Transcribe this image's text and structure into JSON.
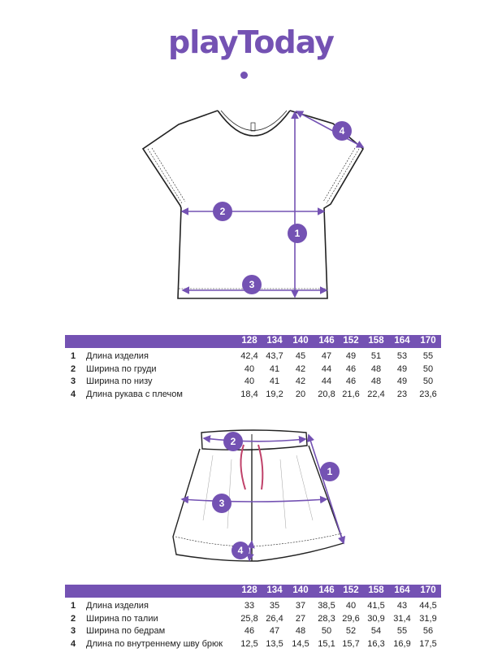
{
  "brand": {
    "logo_text": "playToday",
    "accent": "#7452b3"
  },
  "top_item": {
    "markers": [
      "1",
      "2",
      "3",
      "4"
    ],
    "sizes": [
      "128",
      "134",
      "140",
      "146",
      "152",
      "158",
      "164",
      "170"
    ],
    "rows": [
      {
        "num": "1",
        "label": "Длина изделия",
        "values": [
          "42,4",
          "43,7",
          "45",
          "47",
          "49",
          "51",
          "53",
          "55"
        ]
      },
      {
        "num": "2",
        "label": "Ширина по груди",
        "values": [
          "40",
          "41",
          "42",
          "44",
          "46",
          "48",
          "49",
          "50"
        ]
      },
      {
        "num": "3",
        "label": "Ширина по низу",
        "values": [
          "40",
          "41",
          "42",
          "44",
          "46",
          "48",
          "49",
          "50"
        ]
      },
      {
        "num": "4",
        "label": "Длина рукава с плечом",
        "values": [
          "18,4",
          "19,2",
          "20",
          "20,8",
          "21,6",
          "22,4",
          "23",
          "23,6"
        ]
      }
    ]
  },
  "bottom_item": {
    "markers": [
      "1",
      "2",
      "3",
      "4"
    ],
    "sizes": [
      "128",
      "134",
      "140",
      "146",
      "152",
      "158",
      "164",
      "170"
    ],
    "rows": [
      {
        "num": "1",
        "label": "Длина изделия",
        "values": [
          "33",
          "35",
          "37",
          "38,5",
          "40",
          "41,5",
          "43",
          "44,5"
        ]
      },
      {
        "num": "2",
        "label": "Ширина по талии",
        "values": [
          "25,8",
          "26,4",
          "27",
          "28,3",
          "29,6",
          "30,9",
          "31,4",
          "31,9"
        ]
      },
      {
        "num": "3",
        "label": "Ширина по бедрам",
        "values": [
          "46",
          "47",
          "48",
          "50",
          "52",
          "54",
          "55",
          "56"
        ]
      },
      {
        "num": "4",
        "label": "Длина по внутреннему шву брюк",
        "values": [
          "12,5",
          "13,5",
          "14,5",
          "15,1",
          "15,7",
          "16,3",
          "16,9",
          "17,5"
        ]
      }
    ]
  }
}
